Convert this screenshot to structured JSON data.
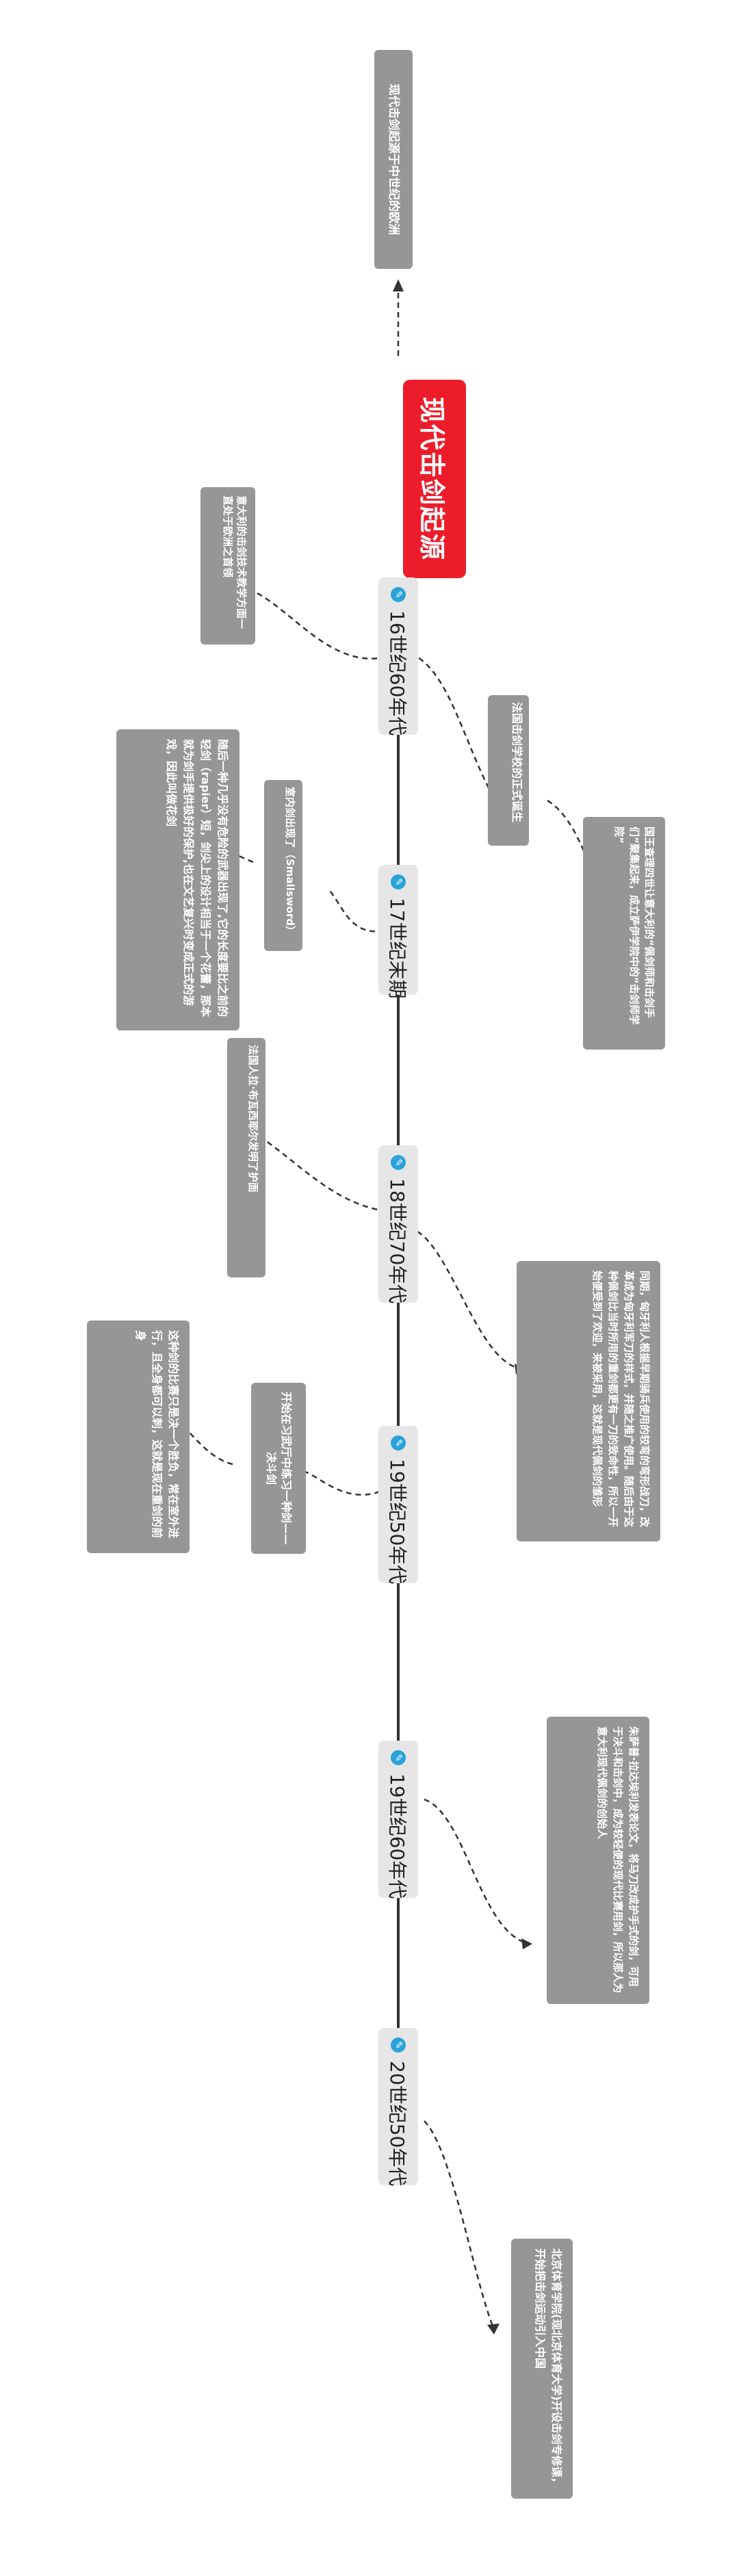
{
  "root": {
    "title": "现代击剑起源",
    "color": "#ed1c2b"
  },
  "origin_note": "现代击剑起源于中世纪的欧洲",
  "eras": [
    {
      "label": "16世纪60年代",
      "notes": [
        "法国击剑学校的正式诞生",
        "意大利的击剑技术教学方面一直处于欧洲之首领",
        "国王查理四世让意大利的“佩剑师和击剑手们”聚集起来，成立萨伊学院中的“击剑师学院”"
      ]
    },
    {
      "label": "17世纪末期",
      "notes": [
        "室内剑出现了（Smallsword）",
        "随后一种几乎没有危险的武器出现了,它的长度要比之前的轻剑（rapier）短，剑尖上的设计相当于一个花蕾，那本就为剑手提供极好的保护,也在文艺复兴时变成正式的游戏，因此叫做花剑"
      ]
    },
    {
      "label": "18世纪70年代",
      "notes": [
        "法国人拉·布瓦西耶尔发明了护面",
        "同期，匈牙利人根据早期骑兵使用的较弯的弯形战刀，改革成为匈牙利军刀的样式，并随之推广使用。随后由于这种佩剑比当时所用的重剑都更有一刀的致命性，所以一开始便受到了欢迎，来被采用，这就是现代佩剑的雏形"
      ]
    },
    {
      "label": "19世纪50年代",
      "notes": [
        "开始在习武厅中练习一种剑——决斗剑",
        "这种剑的比赛只是决一个胜负，常在室外进行，且全身都可以刺，这就是现在重剑的前身"
      ]
    },
    {
      "label": "19世纪60年代",
      "notes": [
        "朱萨普·拉达埃利发表论文，将马刀改成护手式的剑，可用于决斗和击剑中，成为较轻便的现代比赛用剑，所以那人为意大利现代佩剑的创始人"
      ]
    },
    {
      "label": "20世纪50年代",
      "notes": [
        "北京体育学院(现北京体育大学)开设击剑专修课，开始把击剑运动引入中国"
      ]
    }
  ],
  "colors": {
    "line": "#333333",
    "era_bg": "#e6e6e6",
    "note_bg": "#969696",
    "era_icon": "#2aa3d9"
  }
}
